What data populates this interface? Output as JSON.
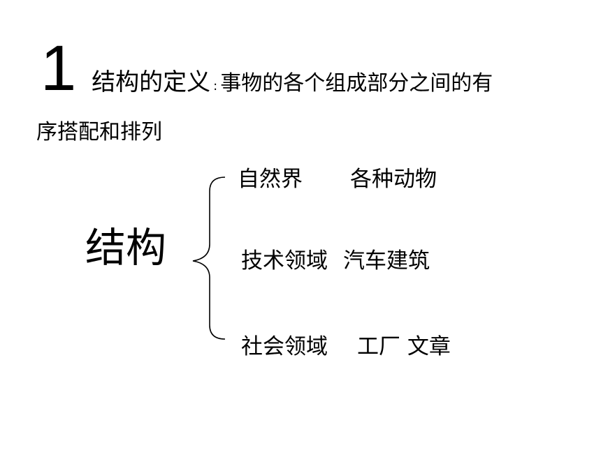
{
  "heading": {
    "number": "1",
    "term": "结构的定义",
    "colon": ":",
    "definition_line1": "事物的各个组成部分之间的有",
    "definition_line2": "序搭配和排列"
  },
  "diagram": {
    "root": "结构",
    "branches": [
      {
        "category": "自然界",
        "examples": "各种动物"
      },
      {
        "category": "技术领域",
        "examples": "汽车建筑"
      },
      {
        "category": "社会领域",
        "examples": "工厂 文章"
      }
    ]
  }
}
